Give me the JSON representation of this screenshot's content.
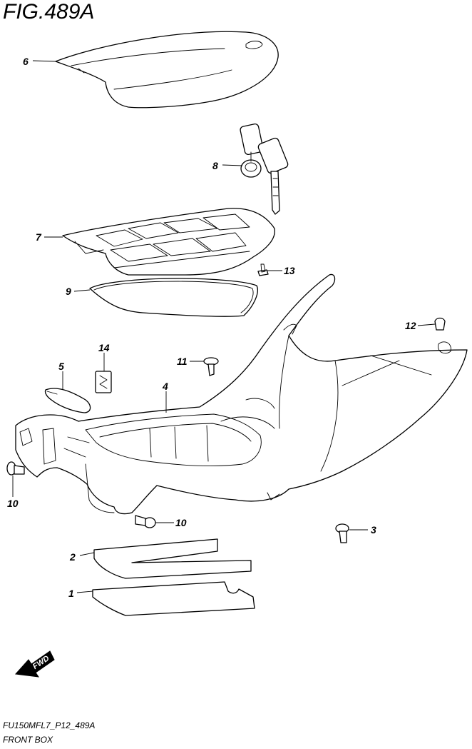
{
  "figure": {
    "title": "FIG.489A"
  },
  "callouts": [
    {
      "id": "6",
      "label": "6"
    },
    {
      "id": "8",
      "label": "8"
    },
    {
      "id": "7",
      "label": "7"
    },
    {
      "id": "13",
      "label": "13"
    },
    {
      "id": "9",
      "label": "9"
    },
    {
      "id": "12",
      "label": "12"
    },
    {
      "id": "14",
      "label": "14"
    },
    {
      "id": "11",
      "label": "11"
    },
    {
      "id": "5",
      "label": "5"
    },
    {
      "id": "4",
      "label": "4"
    },
    {
      "id": "10a",
      "label": "10"
    },
    {
      "id": "10b",
      "label": "10"
    },
    {
      "id": "3",
      "label": "3"
    },
    {
      "id": "2",
      "label": "2"
    },
    {
      "id": "1",
      "label": "1"
    }
  ],
  "direction_arrow": {
    "label": "FWD",
    "icon": "fwd-arrow-icon"
  },
  "footer": {
    "code": "FU150MFL7_P12_489A",
    "section": "FRONT BOX"
  }
}
